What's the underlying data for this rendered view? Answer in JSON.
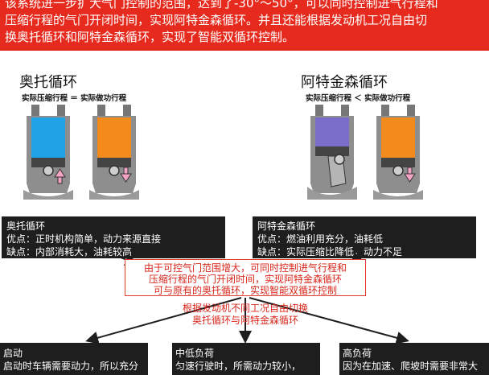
{
  "banner": {
    "line1": "该系统进一步扩大气门控制的范围，达到了-30°～50°，可以同时控制进气行程和",
    "line2": "压缩行程的气门开闭时间，实现阿特金森循环。并且还能根据发动机工况自由切",
    "line3": "换奥托循环和阿特金森循环，实现了智能双循环控制。"
  },
  "otto": {
    "title": "奥托循环",
    "stroke_caption": "实际压缩行程 ＝ 实际做功行程",
    "box_title": "奥托循环",
    "pros": "优点：正时机构简单，动力来源直接",
    "cons": "缺点：内部消耗大，油耗较高"
  },
  "atkinson": {
    "title": "阿特金森循环",
    "stroke_caption": "实际压缩行程 ＜ 实际做功行程",
    "box_title": "阿特金森循环",
    "pros": "优点：燃油利用充分，油耗低",
    "cons": "缺点：实际压缩比降低，动力不足"
  },
  "conclusion": {
    "line1": "由于可控气门范围增大，可同时控制进气行程和",
    "line2": "压缩行程的气门开闭时间，实现阿特金森循环",
    "line3": "可与原有的奥托循环，实现智能双循环控制"
  },
  "mid_note": {
    "line1": "根据发动机不同工况自由切换",
    "line2": "奥托循环与阿特金森循环"
  },
  "loads": [
    {
      "label": "启动",
      "desc": "启动时车辆需要动力，所以充分"
    },
    {
      "label": "中低负荷",
      "desc": "匀速行驶时，所需动力较小，"
    },
    {
      "label": "高负荷",
      "desc": "因为在加速、爬坡时需要非常大"
    }
  ],
  "colors": {
    "banner": "#e62b1e",
    "otto_compression": "#1fa3e6",
    "otto_power": "#f28a1c",
    "atkinson_compression": "#7a6cc9",
    "atkinson_power": "#f28a1c",
    "piston_arrow": "#f4a3c2",
    "dark_box": "#1e1e1e",
    "conclusion_text": "#d8261b"
  }
}
